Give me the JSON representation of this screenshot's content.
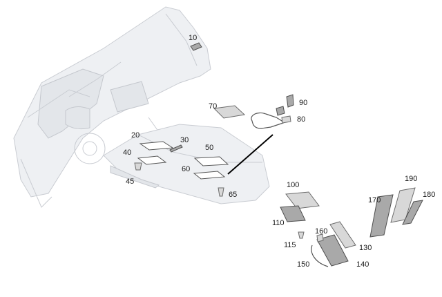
{
  "parts": [
    {
      "id": "part-10",
      "label": "10"
    },
    {
      "id": "part-20",
      "label": "20"
    },
    {
      "id": "part-30",
      "label": "30"
    },
    {
      "id": "part-40",
      "label": "40"
    },
    {
      "id": "part-45",
      "label": "45"
    },
    {
      "id": "part-50",
      "label": "50"
    },
    {
      "id": "part-60",
      "label": "60"
    },
    {
      "id": "part-65",
      "label": "65"
    },
    {
      "id": "part-70",
      "label": "70"
    },
    {
      "id": "part-80",
      "label": "80"
    },
    {
      "id": "part-90",
      "label": "90"
    },
    {
      "id": "part-100",
      "label": "100"
    },
    {
      "id": "part-110",
      "label": "110"
    },
    {
      "id": "part-115",
      "label": "115"
    },
    {
      "id": "part-130",
      "label": "130"
    },
    {
      "id": "part-140",
      "label": "140"
    },
    {
      "id": "part-150",
      "label": "150"
    },
    {
      "id": "part-160",
      "label": "160"
    },
    {
      "id": "part-170",
      "label": "170"
    },
    {
      "id": "part-180",
      "label": "180"
    },
    {
      "id": "part-190",
      "label": "190"
    }
  ]
}
